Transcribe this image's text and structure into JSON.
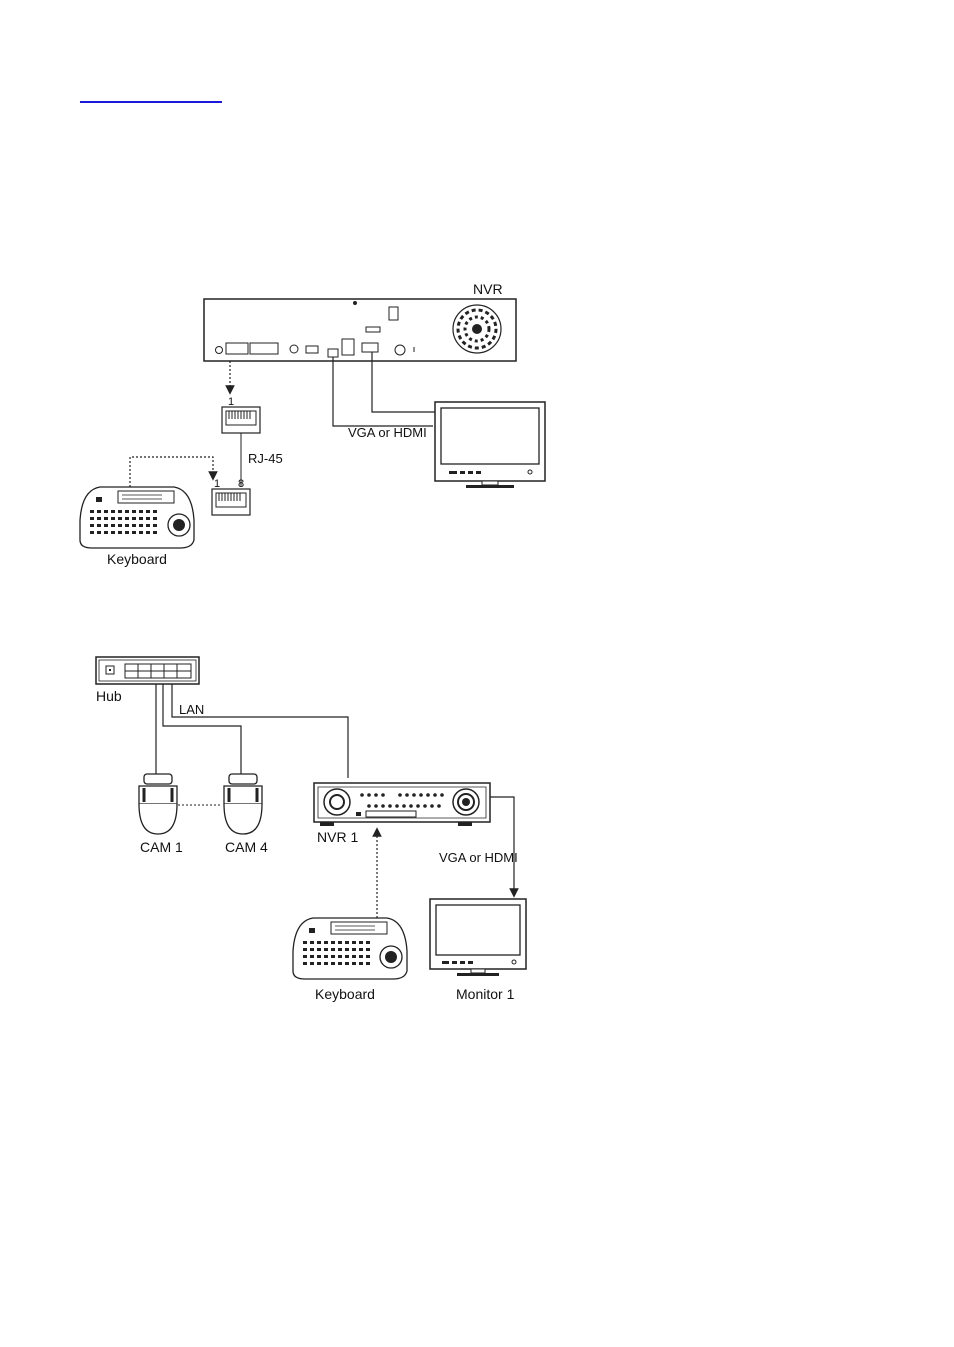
{
  "diagram1": {
    "nvr_label": "NVR",
    "port_top_pin": "1",
    "cable_label": "RJ-45",
    "port_bottom_pin_left": "1",
    "port_bottom_pin_right": "8",
    "video_label": "VGA or HDMI",
    "keyboard_label": "Keyboard"
  },
  "diagram2": {
    "hub_label": "Hub",
    "lan_label": "LAN",
    "cam1_label": "CAM 1",
    "cam4_label": "CAM 4",
    "nvr_label": "NVR 1",
    "video_label": "VGA or HDMI",
    "keyboard_label": "Keyboard",
    "monitor_label": "Monitor 1"
  },
  "colors": {
    "line": "#222222",
    "link": "#1a1ad8"
  }
}
